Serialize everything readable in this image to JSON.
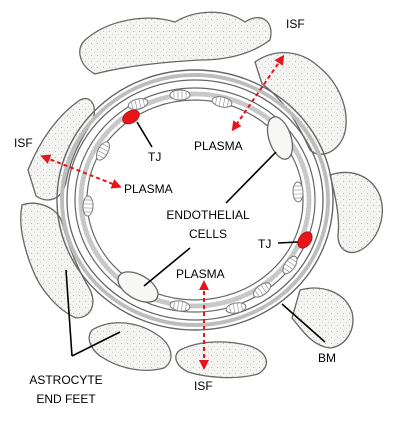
{
  "labels": {
    "isf_top_right": "ISF",
    "isf_left": "ISF",
    "isf_bottom": "ISF",
    "plasma_top_right": "PLASMA",
    "plasma_left": "PLASMA",
    "plasma_bottom": "PLASMA",
    "tj_top_left": "TJ",
    "tj_right": "TJ",
    "endothelial_line1": "ENDOTHELIAL",
    "endothelial_line2": "CELLS",
    "bm": "BM",
    "astrocyte_line1": "ASTROCYTE",
    "astrocyte_line2": "END FEET"
  },
  "colors": {
    "arrow": "#e8141b",
    "tight_junction": "#e8141b",
    "outline": "#555555",
    "tissue_fill": "#f3f3f1",
    "line": "#000000"
  }
}
